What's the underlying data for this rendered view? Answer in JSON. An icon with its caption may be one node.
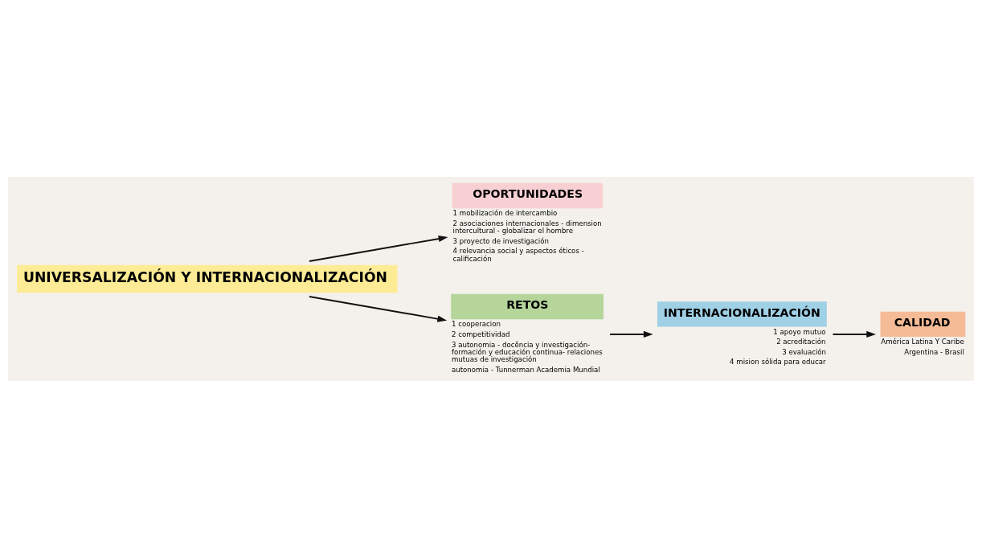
{
  "diagram": {
    "nodes": [
      {
        "text": [
          "OPORTUNIDADES"
        ],
        "beside": [
          "1 mobilización de intercambio",
          "2 asociaciones internacionales - dimension intercultural - globalizar el hombre",
          "3 proyecto de investigación",
          "4 relevancia social y aspectos éticos - calificación"
        ]
      },
      {
        "text": [
          "CALIDAD"
        ],
        "beside": [
          "América Latina Y Caribe",
          "Argentina - Brasil"
        ]
      },
      {
        "text": [
          "UNIVERSALIZACIÓN Y INTERNACIONALIZACIÓN"
        ]
      },
      {
        "text": [
          "RETOS"
        ],
        "beside": [
          "1 cooperacion",
          "2 competitividad",
          "3 autonomia - docência y investigación- formación y educación continua- relaciones mutuas de investigación",
          "autonomia - Tunnerman Academia Mundial"
        ]
      },
      {
        "text": [
          "INTERNACIONALIZACIÓN"
        ],
        "beside": [
          "1 apoyo mutuo",
          "2 acreditación",
          "3 evaluación",
          "4 mision sólida para educar"
        ]
      }
    ],
    "edges": [
      {
        "from": 2,
        "to": 0,
        "arrow": "to"
      },
      {
        "from": 2,
        "to": 3,
        "arrow": "to"
      },
      {
        "from": 3,
        "to": 4,
        "arrow": "to"
      },
      {
        "from": 4,
        "to": 1,
        "arrow": "to"
      }
    ]
  }
}
